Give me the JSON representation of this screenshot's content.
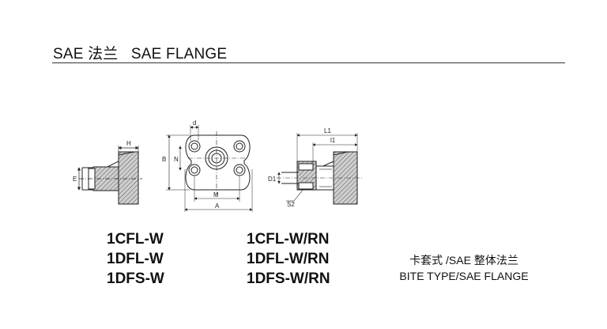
{
  "header": {
    "title": "SAE 法兰   SAE FLANGE"
  },
  "drawings": {
    "left_side_labels": {
      "H": "H",
      "E": "E"
    },
    "front_labels": {
      "d": "d",
      "B": "B",
      "N": "N",
      "M": "M",
      "A": "A"
    },
    "right_labels": {
      "L1": "L1",
      "l1": "l1",
      "D1": "D1",
      "S2": "S2"
    }
  },
  "models": {
    "welded": [
      "1CFL-W",
      "1DFL-W",
      "1DFS-W"
    ],
    "bite_type": [
      "1CFL-W/RN",
      "1DFL-W/RN",
      "1DFS-W/RN"
    ]
  },
  "description": {
    "zh": "卡套式 /SAE 整体法兰",
    "en": "BITE TYPE/SAE FLANGE"
  },
  "colors": {
    "hatch_fill": "#bdbdbd",
    "line": "#222222"
  }
}
